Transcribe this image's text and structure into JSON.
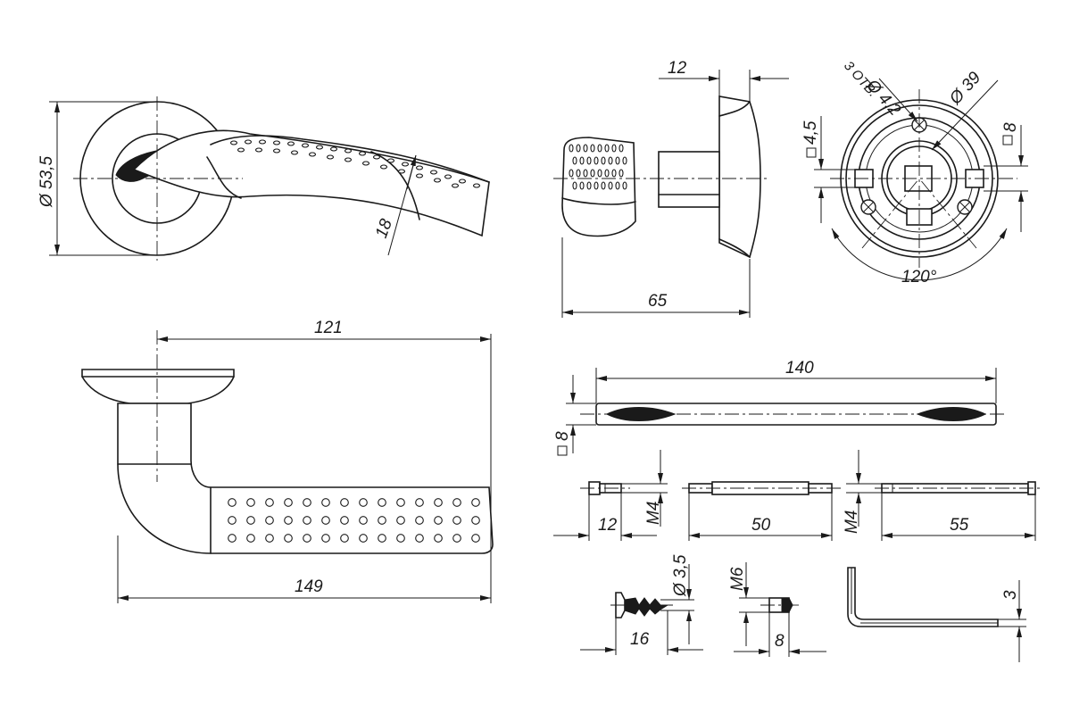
{
  "front_view": {
    "rosette_diameter": "Ø 53,5",
    "handle_width": "18"
  },
  "side_view": {
    "rosette_thickness": "12",
    "projection": "65"
  },
  "rosette_back": {
    "hole_diameter": "Ø 4,2",
    "hole_count": "3 ОТВ.",
    "mount_diameter": "Ø 39",
    "square_left": "4,5",
    "square_right": "8",
    "angle": "120°"
  },
  "top_view": {
    "handle_reach": "121",
    "total_length": "149"
  },
  "spindle": {
    "length": "140",
    "square": "8"
  },
  "bolt_short": {
    "length": "12",
    "thread": "M4"
  },
  "sleeve": {
    "length": "50"
  },
  "bolt_long": {
    "thread": "M4",
    "length": "55"
  },
  "screw": {
    "diameter": "Ø 3,5",
    "length": "16"
  },
  "grub_screw": {
    "thread": "M6",
    "length": "8"
  },
  "hex_key": {
    "size": "3"
  }
}
